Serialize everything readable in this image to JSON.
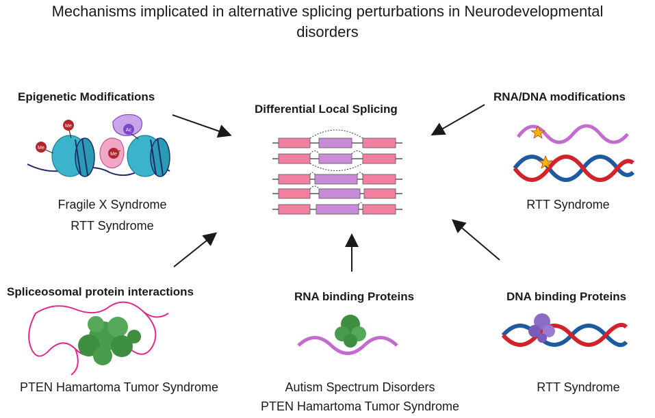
{
  "title": {
    "line1": "Mechanisms implicated in alternative splicing perturbations in Neurodevelopmental",
    "line2": "disorders"
  },
  "center": {
    "heading": "Differential Local Splicing"
  },
  "epigenetic": {
    "heading": "Epigenetic Modifications",
    "disorders": [
      "Fragile X Syndrome",
      "RTT Syndrome"
    ],
    "marks": [
      "Me",
      "Me",
      "Me",
      "Ac"
    ]
  },
  "rna_dna_mod": {
    "heading": "RNA/DNA modifications",
    "disorders": [
      "RTT Syndrome"
    ]
  },
  "spliceosomal": {
    "heading": "Spliceosomal protein interactions",
    "disorders": [
      "PTEN Hamartoma Tumor Syndrome"
    ]
  },
  "rbp": {
    "heading": "RNA binding Proteins",
    "disorders": [
      "Autism Spectrum Disorders",
      "PTEN Hamartoma Tumor Syndrome"
    ]
  },
  "dbp": {
    "heading": "DNA binding Proteins",
    "disorders": [
      "RTT Syndrome"
    ]
  },
  "colors": {
    "exon": "#f07fa0",
    "alt_exon": "#c98ad8",
    "nucleosome": "#3bb3cc",
    "methyl": "#b3262c",
    "acetyl": "#7a4bc4",
    "rna": "#c56ad1",
    "dna_red": "#d0232b",
    "dna_blue": "#1e5aa0",
    "protein_green": "#3e8e41",
    "protein_purple": "#8a6bc7",
    "star": "#f5b400"
  }
}
